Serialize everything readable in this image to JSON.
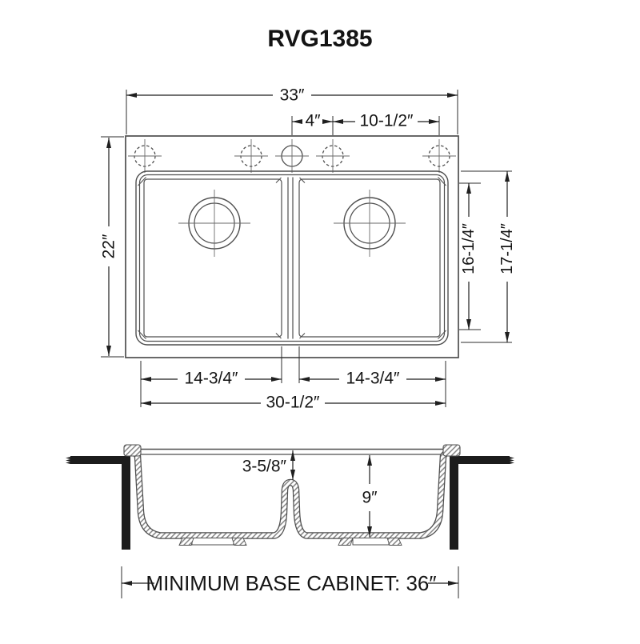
{
  "title": "RVG1385",
  "colors": {
    "line": "#4f4f4f",
    "dimension": "#1f1f1f",
    "counter": "#1c1c1c",
    "hatch": "#858585",
    "background": "#ffffff"
  },
  "top_view": {
    "overall_width": "33″",
    "faucet_hole_offset": "4″",
    "faucet_hole_span": "10-1/2″",
    "overall_depth": "22″",
    "bowl_inner_depth": "16-1/4″",
    "cutout_depth": "17-1/4″",
    "left_bowl_width": "14-3/4″",
    "right_bowl_width": "14-3/4″",
    "bowls_total_width": "30-1/2″",
    "faucet_hole_count": 5,
    "bowl_count": 2
  },
  "section_view": {
    "rim_to_divider_depth": "3-5/8″",
    "bowl_depth": "9″",
    "base_cabinet_note": "MINIMUM BASE CABINET: 36″"
  }
}
